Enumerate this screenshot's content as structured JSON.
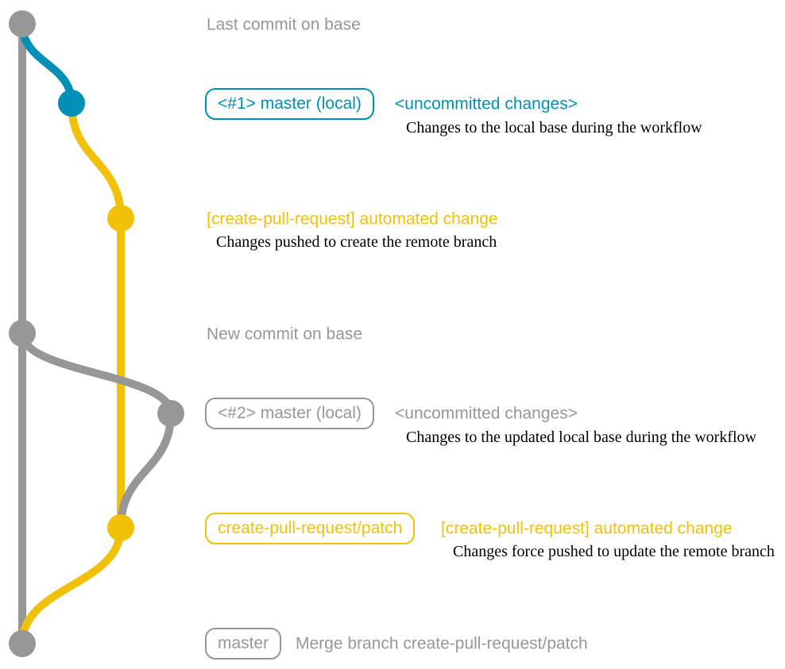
{
  "colors": {
    "gray": "#979797",
    "blue": "#008fb5",
    "yellow": "#f1c109",
    "caption": "#000000",
    "white": "#ffffff"
  },
  "diagram": {
    "type": "git-commit-graph",
    "commits": [
      {
        "id": "c1",
        "color_key": "gray",
        "row": "row1"
      },
      {
        "id": "c2",
        "color_key": "blue",
        "row": "row2"
      },
      {
        "id": "c3",
        "color_key": "yellow",
        "row": "row3"
      },
      {
        "id": "c4",
        "color_key": "gray",
        "row": "row4"
      },
      {
        "id": "c5",
        "color_key": "gray",
        "row": "row5"
      },
      {
        "id": "c6",
        "color_key": "yellow",
        "row": "row6"
      },
      {
        "id": "c7",
        "color_key": "gray",
        "row": "row7"
      }
    ]
  },
  "rows": {
    "row1": {
      "message": "Last commit on base"
    },
    "row2": {
      "badge": "<#1> master (local)",
      "message": "<uncommitted changes>",
      "caption": "Changes to the local base during the workflow"
    },
    "row3": {
      "message": "[create-pull-request] automated change",
      "caption": "Changes pushed to create the remote branch"
    },
    "row4": {
      "message": "New commit on base"
    },
    "row5": {
      "badge": "<#2> master (local)",
      "message": "<uncommitted changes>",
      "caption": "Changes to the updated local base during the workflow"
    },
    "row6": {
      "badge": "create-pull-request/patch",
      "message": "[create-pull-request] automated change",
      "caption": "Changes force pushed to update the remote branch"
    },
    "row7": {
      "badge": "master",
      "message": "Merge branch create-pull-request/patch"
    }
  }
}
